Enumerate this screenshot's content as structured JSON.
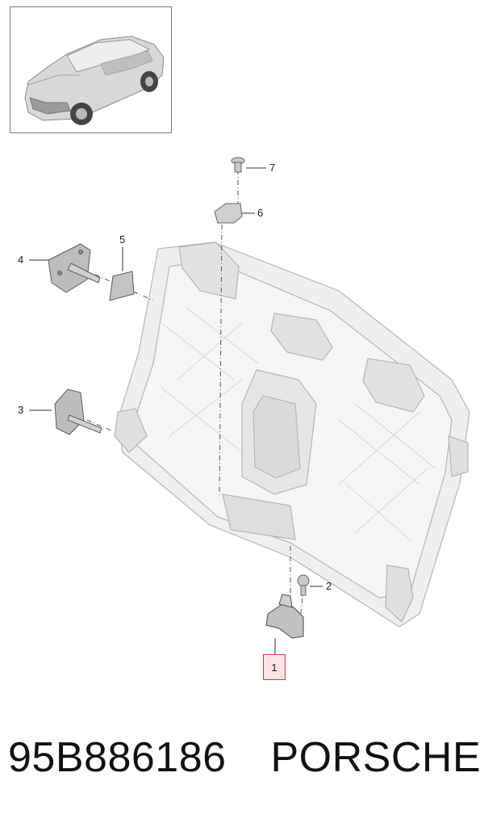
{
  "callouts": [
    {
      "id": "c1",
      "label": "1",
      "highlighted": true
    },
    {
      "id": "c2",
      "label": "2"
    },
    {
      "id": "c3",
      "label": "3"
    },
    {
      "id": "c4",
      "label": "4"
    },
    {
      "id": "c5",
      "label": "5"
    },
    {
      "id": "c6",
      "label": "6"
    },
    {
      "id": "c7",
      "label": "7"
    }
  ],
  "footer": {
    "part_number": "95B886186",
    "brand": "PORSCHE"
  },
  "colors": {
    "highlight_border": "#d04050",
    "highlight_fill": "#fde4e6",
    "line": "#555555",
    "part_fill": "#c8c8c8",
    "frame_fill": "#eeeeee"
  },
  "icons": {
    "thumbnail": "car-thumbnail-icon"
  }
}
